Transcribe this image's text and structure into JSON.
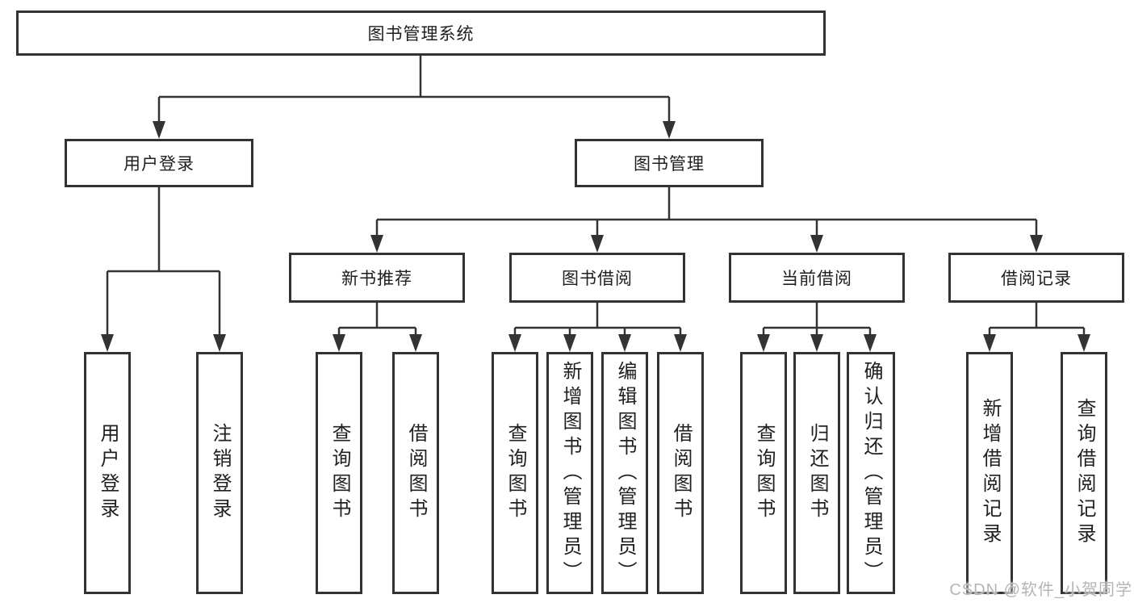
{
  "diagram": {
    "title": "图书管理系统",
    "level2": [
      {
        "label": "用户登录",
        "children": [
          {
            "label": "用户登录"
          },
          {
            "label": "注销登录"
          }
        ]
      },
      {
        "label": "图书管理",
        "children": [
          {
            "label": "新书推荐",
            "children": [
              {
                "label": "查询图书"
              },
              {
                "label": "借阅图书"
              }
            ]
          },
          {
            "label": "图书借阅",
            "children": [
              {
                "label": "查询图书"
              },
              {
                "label": "新增图书（管理员）"
              },
              {
                "label": "编辑图书（管理员）"
              },
              {
                "label": "借阅图书"
              }
            ]
          },
          {
            "label": "当前借阅",
            "children": [
              {
                "label": "查询图书"
              },
              {
                "label": "归还图书"
              },
              {
                "label": "确认归还（管理员）"
              }
            ]
          },
          {
            "label": "借阅记录",
            "children": [
              {
                "label": "新增借阅记录"
              },
              {
                "label": "查询借阅记录"
              }
            ]
          }
        ]
      }
    ]
  },
  "watermark": "CSDN @软件_小贺同学",
  "colors": {
    "line": "#333333",
    "text": "#1f1f1f",
    "background": "#ffffff",
    "watermark": "#b5b5b5"
  }
}
